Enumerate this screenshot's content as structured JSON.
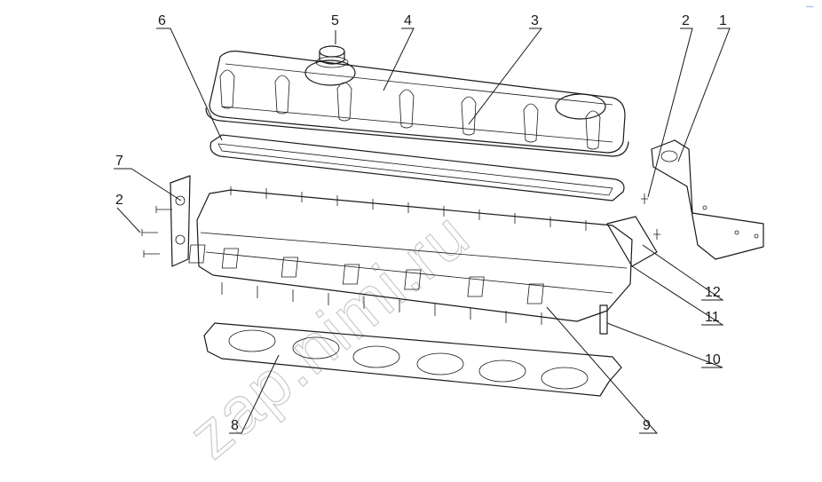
{
  "diagram": {
    "callouts": [
      {
        "id": "c1",
        "label": "1"
      },
      {
        "id": "c2a",
        "label": "2"
      },
      {
        "id": "c2b",
        "label": "2"
      },
      {
        "id": "c3",
        "label": "3"
      },
      {
        "id": "c4",
        "label": "4"
      },
      {
        "id": "c5",
        "label": "5"
      },
      {
        "id": "c6",
        "label": "6"
      },
      {
        "id": "c7",
        "label": "7"
      },
      {
        "id": "c8",
        "label": "8"
      },
      {
        "id": "c9",
        "label": "9"
      },
      {
        "id": "c10",
        "label": "10"
      },
      {
        "id": "c11",
        "label": "11"
      },
      {
        "id": "c12",
        "label": "12"
      }
    ],
    "watermark": "zap.nimi.ru",
    "corner_mark": "‐–"
  }
}
